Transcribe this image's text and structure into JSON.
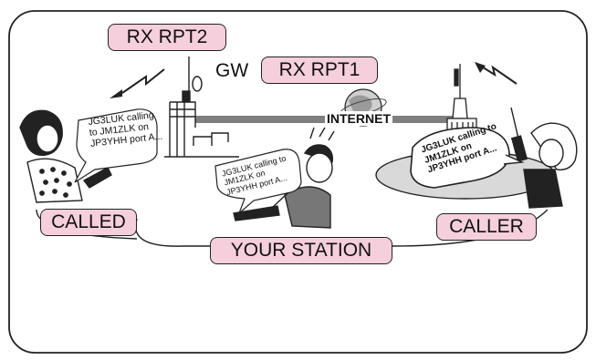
{
  "labels": {
    "rx_rpt2": "RX RPT2",
    "rx_rpt1": "RX RPT1",
    "gw": "GW",
    "internet": "INTERNET",
    "called": "CALLED",
    "caller": "CALLER",
    "your_station": "YOUR STATION"
  },
  "bubbles": {
    "called": "JG3LUK calling\nto JM1ZLK on\nJP3YHH port A...",
    "your_station": "JG3LUK calling to\nJM1ZLK on\nJP3YHH port A...",
    "caller": "JG3LUK calling to\nJM1ZLK on\nJP3YHH port A..."
  },
  "colors": {
    "label_fill": "#f6cfdc",
    "outline": "#222222",
    "internet_link": "#7f7f7f"
  }
}
